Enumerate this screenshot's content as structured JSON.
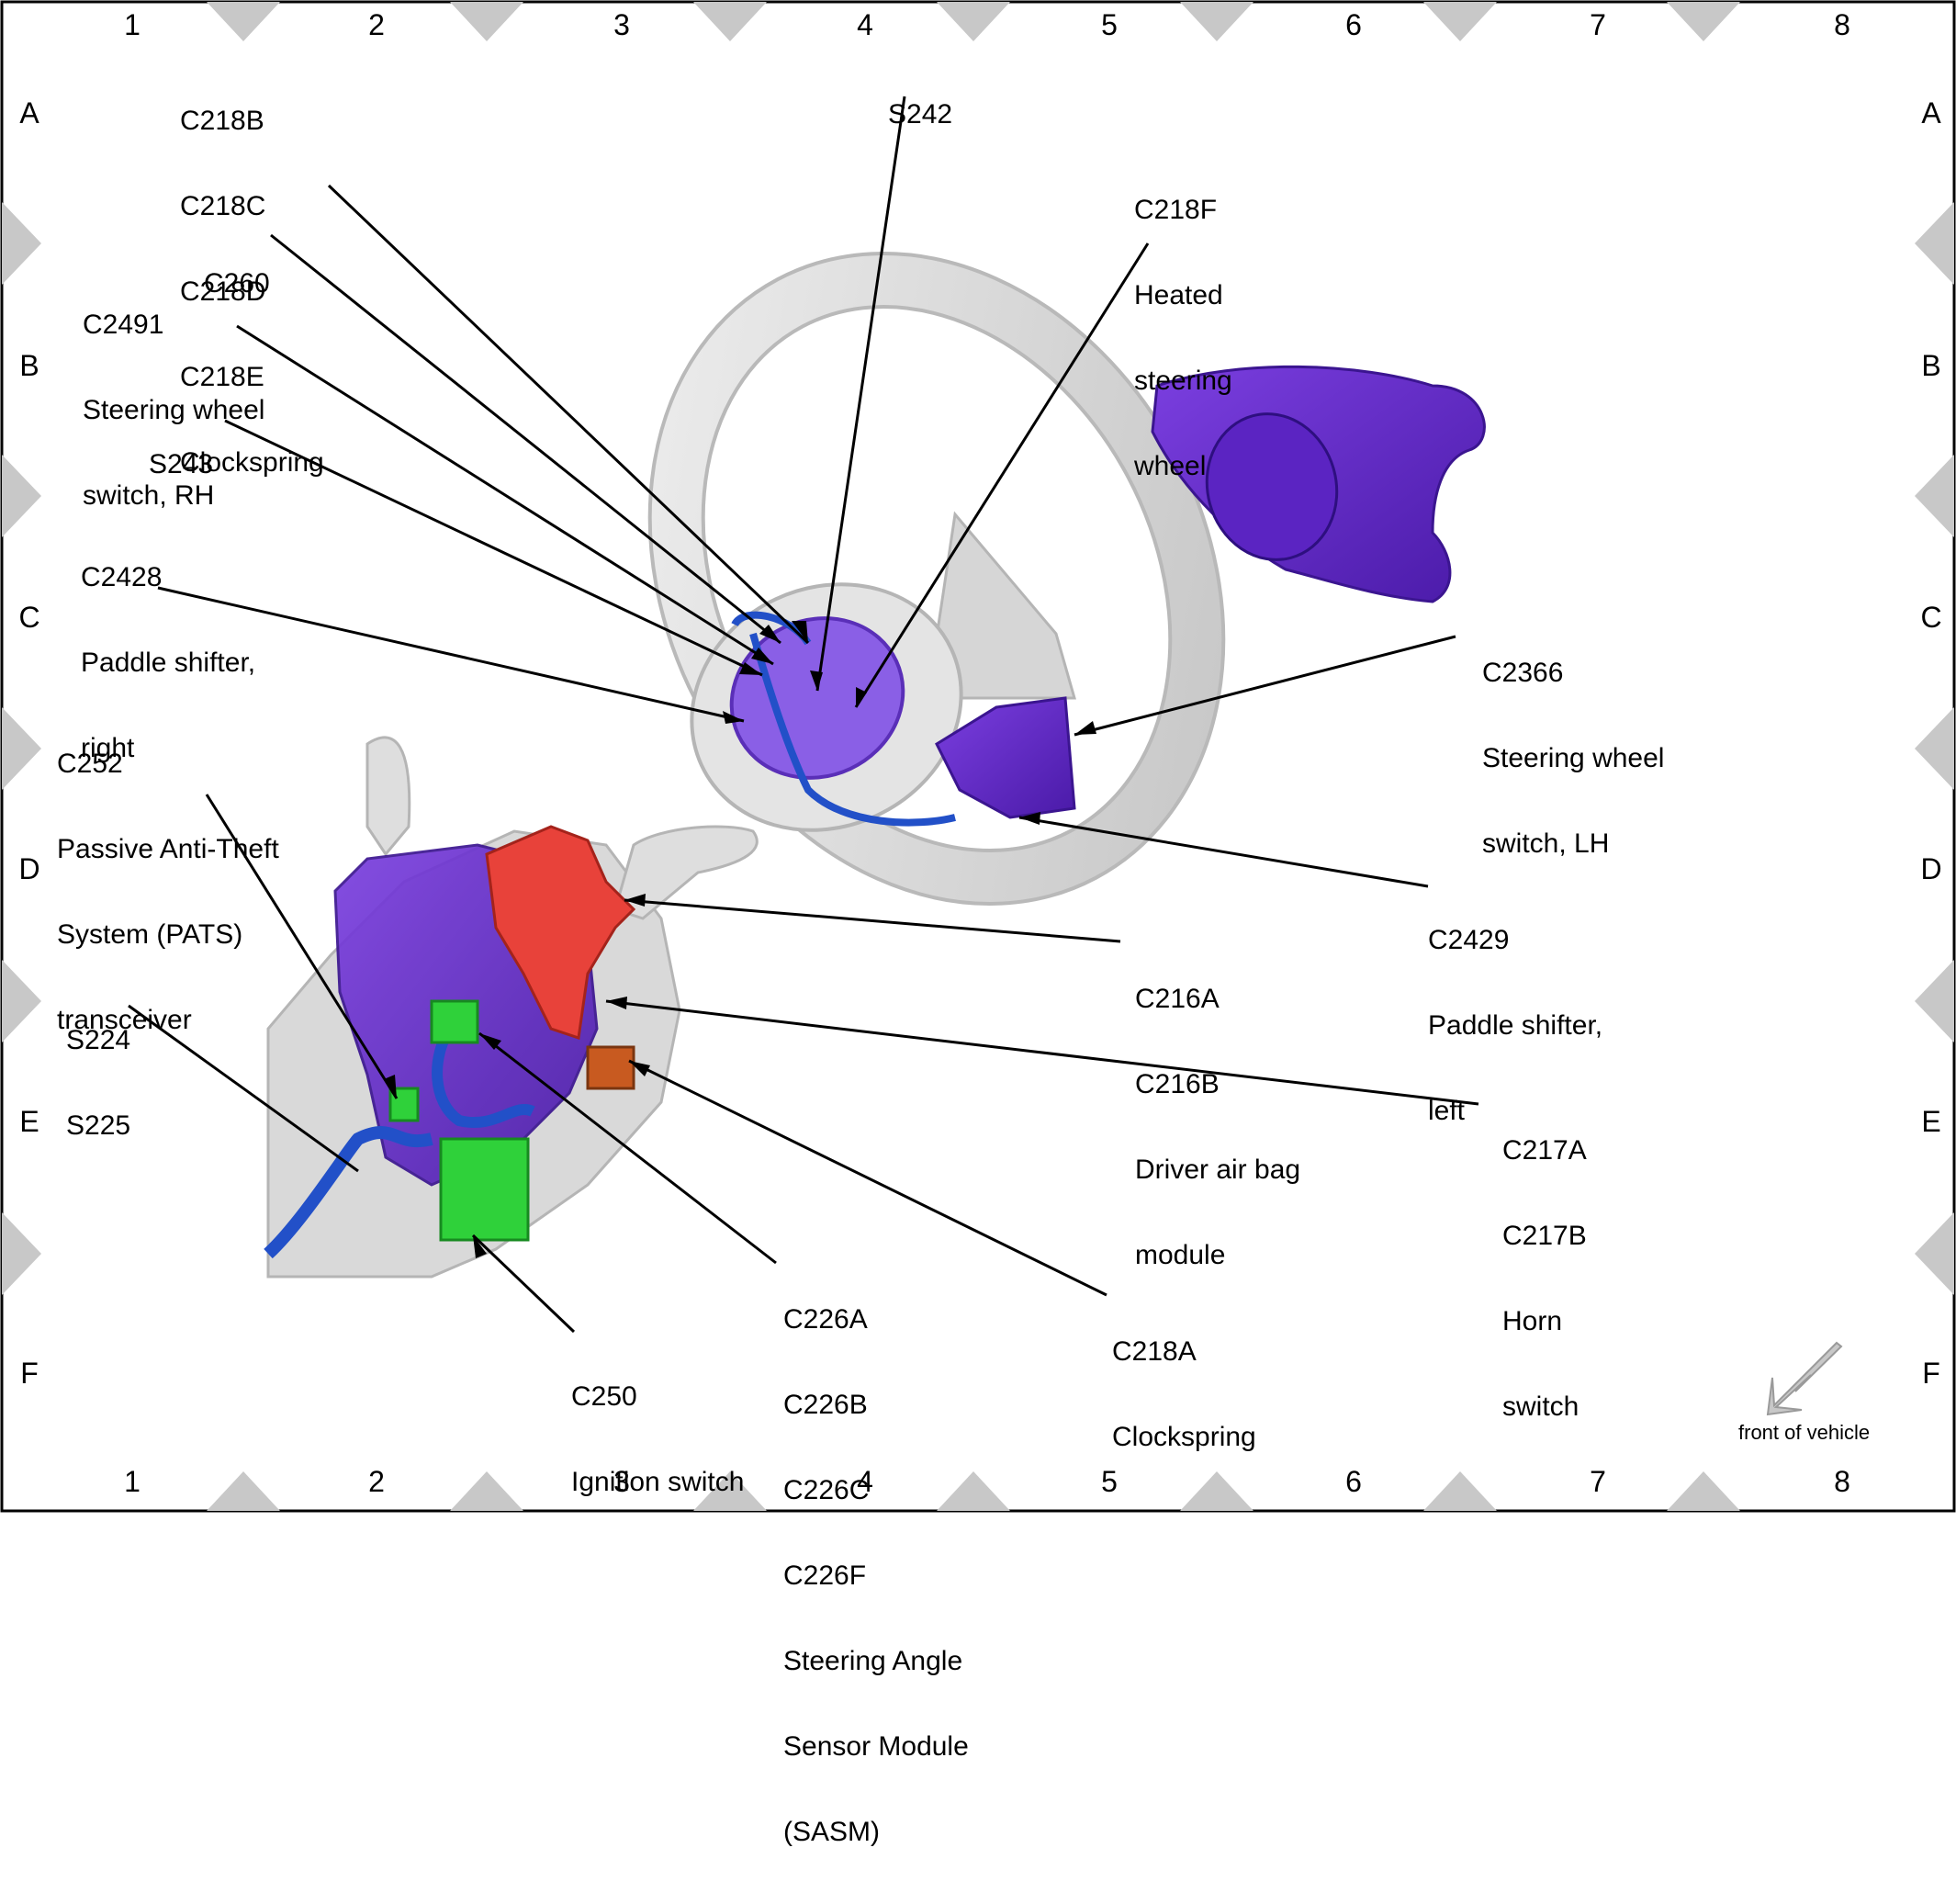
{
  "grid": {
    "columns": [
      "1",
      "2",
      "3",
      "4",
      "5",
      "6",
      "7",
      "8"
    ],
    "rows": [
      "A",
      "B",
      "C",
      "D",
      "E",
      "F"
    ]
  },
  "labels": {
    "c218b_group": [
      "C218B",
      "C218C",
      "C218D",
      "C218E",
      "Clockspring"
    ],
    "s242": [
      "S242"
    ],
    "c218f": [
      "C218F",
      "Heated",
      "steering",
      "wheel"
    ],
    "c260": [
      "C260"
    ],
    "c2491": [
      "C2491",
      "Steering wheel",
      "switch, RH"
    ],
    "s243": [
      "S243"
    ],
    "c2428": [
      "C2428",
      "Paddle shifter,",
      "right"
    ],
    "c2366": [
      "C2366",
      "Steering wheel",
      "switch, LH"
    ],
    "c252": [
      "C252",
      "Passive Anti-Theft",
      "System (PATS)",
      "transceiver"
    ],
    "c2429": [
      "C2429",
      "Paddle shifter,",
      "left"
    ],
    "c216": [
      "C216A",
      "C216B",
      "Driver air bag",
      "module"
    ],
    "s224": [
      "S224",
      "S225"
    ],
    "c217": [
      "C217A",
      "C217B",
      "Horn",
      "switch"
    ],
    "c226": [
      "C226A",
      "C226B",
      "C226C",
      "C226F",
      "Steering Angle",
      "Sensor Module",
      "(SASM)"
    ],
    "c218a": [
      "C218A",
      "Clockspring"
    ],
    "c250": [
      "C250",
      "Ignition switch"
    ]
  },
  "front_of_vehicle": "front of vehicle",
  "colors": {
    "frame": "#000000",
    "grid_diamond": "#c8c8c8",
    "wheel": "#dcdcdc",
    "module_purple": "#6a2dcf",
    "connector_red": "#e8423a",
    "connector_green": "#2fd13a",
    "harness_blue": "#2250c8"
  }
}
